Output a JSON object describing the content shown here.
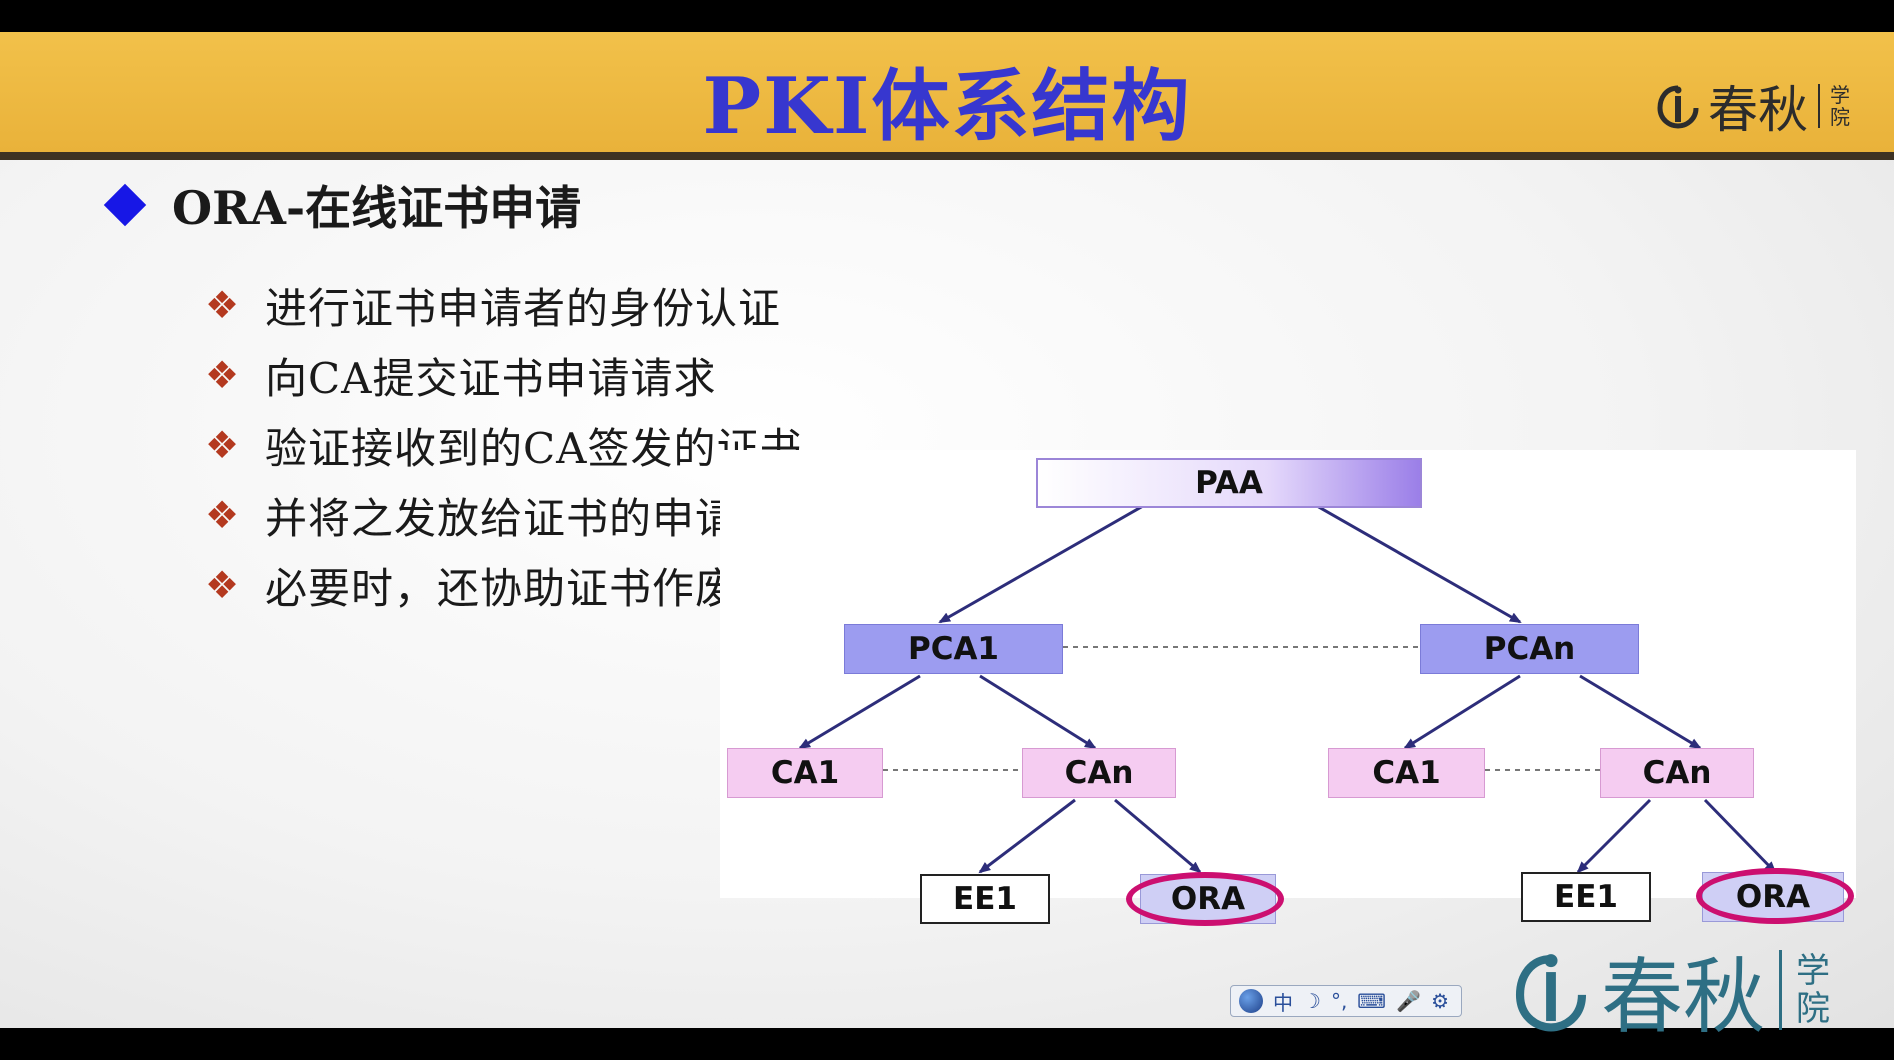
{
  "title": "PKI体系结构",
  "logo": {
    "name": "春秋",
    "sub": "学院"
  },
  "main_bullet": "ORA-在线证书申请",
  "sub_bullets": [
    "进行证书申请者的身份认证",
    "向CA提交证书申请请求",
    "验证接收到的CA签发的证书",
    "并将之发放给证书的申请者",
    "必要时，还协助证书作废过程"
  ],
  "diagram": {
    "paa": "PAA",
    "pca1": "PCA1",
    "pcan": "PCAn",
    "ca1_left": "CA1",
    "can_left": "CAn",
    "ca1_right": "CA1",
    "can_right": "CAn",
    "ee1_left": "EE1",
    "ora_left": "ORA",
    "ee1_right": "EE1",
    "ora_right": "ORA"
  },
  "ime_toolbar": {
    "mode": "中"
  },
  "colors": {
    "header": "#eebb44",
    "title": "#3737cf",
    "bullet_diamond": "#1717e6",
    "sub_icon": "#b4391f",
    "ora_ring": "#cc0f70",
    "logo": "#2e6f84"
  }
}
